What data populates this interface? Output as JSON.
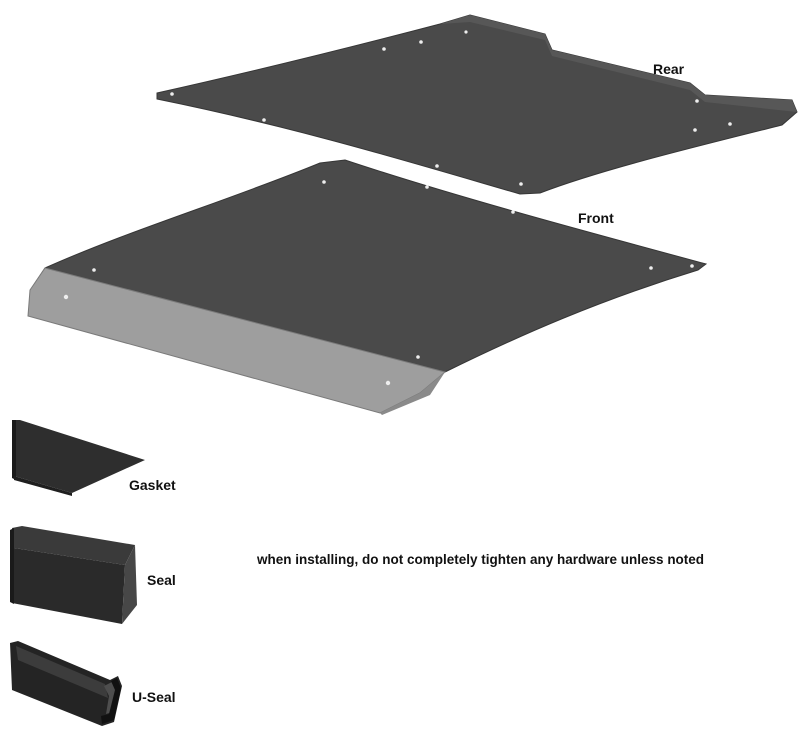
{
  "parts": {
    "rear": {
      "label": "Rear"
    },
    "front": {
      "label": "Front"
    },
    "gasket": {
      "label": "Gasket"
    },
    "seal": {
      "label": "Seal"
    },
    "u_seal": {
      "label": "U-Seal"
    }
  },
  "note": "when installing, do not completely tighten any hardware unless noted",
  "colors": {
    "panel": "#4a4a4a",
    "panel_edge": "#3a3a3a",
    "flange": "#9e9e9e",
    "strip_dark": "#2b2b2b",
    "hole": "#f2f2f2",
    "text": "#111111"
  }
}
